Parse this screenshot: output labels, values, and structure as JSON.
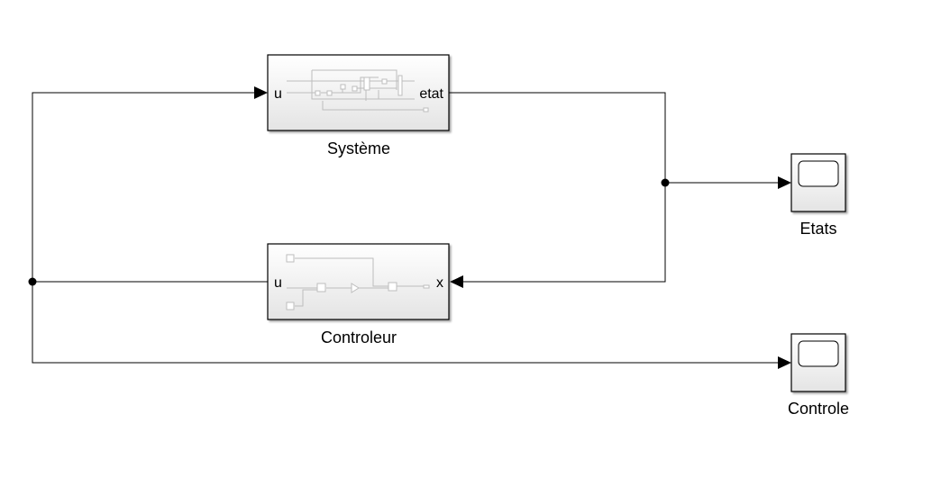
{
  "blocks": {
    "systeme": {
      "name": "Système",
      "input_port": "u",
      "output_port": "etat"
    },
    "controleur": {
      "name": "Controleur",
      "input_port": "u",
      "output_port": "x"
    },
    "scope_etats": {
      "name": "Etats"
    },
    "scope_controle": {
      "name": "Controle"
    }
  },
  "colors": {
    "wire": "#000000",
    "block_border": "#000000",
    "block_fill_top": "#ffffff",
    "block_fill_bottom": "#e4e4e4",
    "inner_lines": "#bdbdbd"
  }
}
